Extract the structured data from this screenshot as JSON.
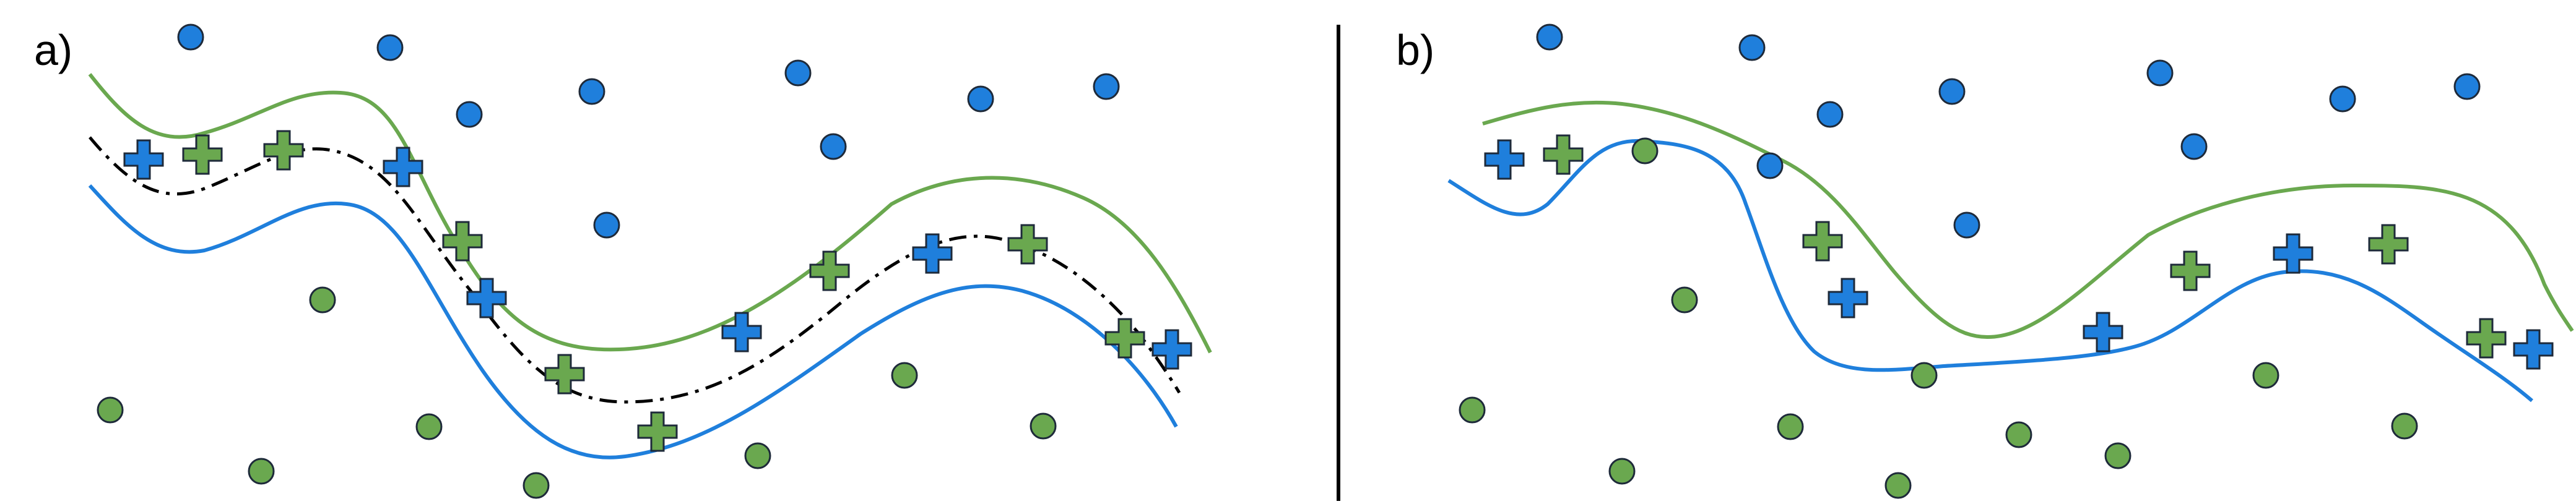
{
  "colors": {
    "blue": "#1f7fdc",
    "green": "#6aa84f",
    "stroke_dark": "#1e2a3a",
    "boundary_dashed": "#000000",
    "divider": "#000000"
  },
  "panels": [
    {
      "label": "a)",
      "curves": [
        "green-margin-upper",
        "dashed-decision-boundary",
        "blue-margin-lower"
      ],
      "markers": [
        "blue-circle",
        "green-circle",
        "blue-plus",
        "green-plus"
      ]
    },
    {
      "label": "b)",
      "curves": [
        "green-boundary",
        "blue-boundary"
      ],
      "markers": [
        "blue-circle",
        "green-circle",
        "blue-plus",
        "green-plus"
      ]
    }
  ]
}
